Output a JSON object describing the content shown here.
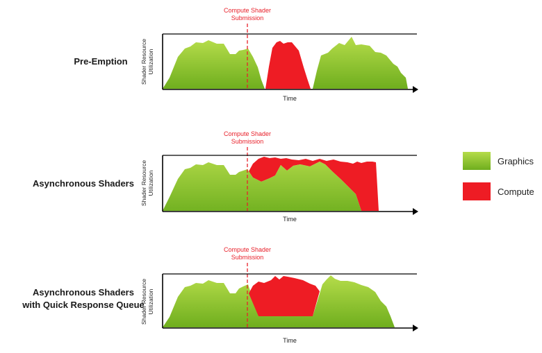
{
  "marker": {
    "line1": "Compute Shader",
    "line2": "Submission"
  },
  "axes": {
    "ylabel_line1": "Shader Resource",
    "ylabel_line2": "Utilization",
    "xlabel": "Time"
  },
  "rows": [
    {
      "label_line1": "Pre-Emption",
      "label_line2": ""
    },
    {
      "label_line1": "Asynchronous Shaders",
      "label_line2": ""
    },
    {
      "label_line1": "Asynchronous Shaders",
      "label_line2": "with Quick Response Queue"
    }
  ],
  "legend": [
    {
      "label": "Graphics",
      "color": "#8cc63f"
    },
    {
      "label": "Compute",
      "color": "#ee1c24"
    }
  ],
  "colors": {
    "graphics_light": "#b5dc4a",
    "graphics_dark": "#6fae1e",
    "compute": "#ee1c24",
    "marker": "#e8202a"
  }
}
